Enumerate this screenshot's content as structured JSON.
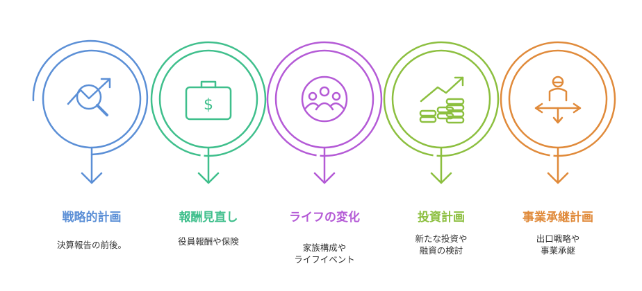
{
  "steps": [
    {
      "title": "戦略的計画",
      "desc": [
        "決算報告の前後。"
      ],
      "color": "#5b8fd6",
      "icon": "strategy-analysis-icon"
    },
    {
      "title": "報酬見直し",
      "desc": [
        "役員報酬や保険"
      ],
      "color": "#3fbf8c",
      "icon": "money-briefcase-icon"
    },
    {
      "title": "ライフの変化",
      "desc": [
        "家族構成や",
        "ライフイベント"
      ],
      "color": "#b45ad6",
      "icon": "family-group-icon"
    },
    {
      "title": "投資計画",
      "desc": [
        "新たな投資や",
        "融資の検討"
      ],
      "color": "#8cbf3f",
      "icon": "growth-coins-icon"
    },
    {
      "title": "事業承継計画",
      "desc": [
        "出口戦略や",
        "事業承継"
      ],
      "color": "#e08a3a",
      "icon": "succession-person-icon"
    }
  ]
}
